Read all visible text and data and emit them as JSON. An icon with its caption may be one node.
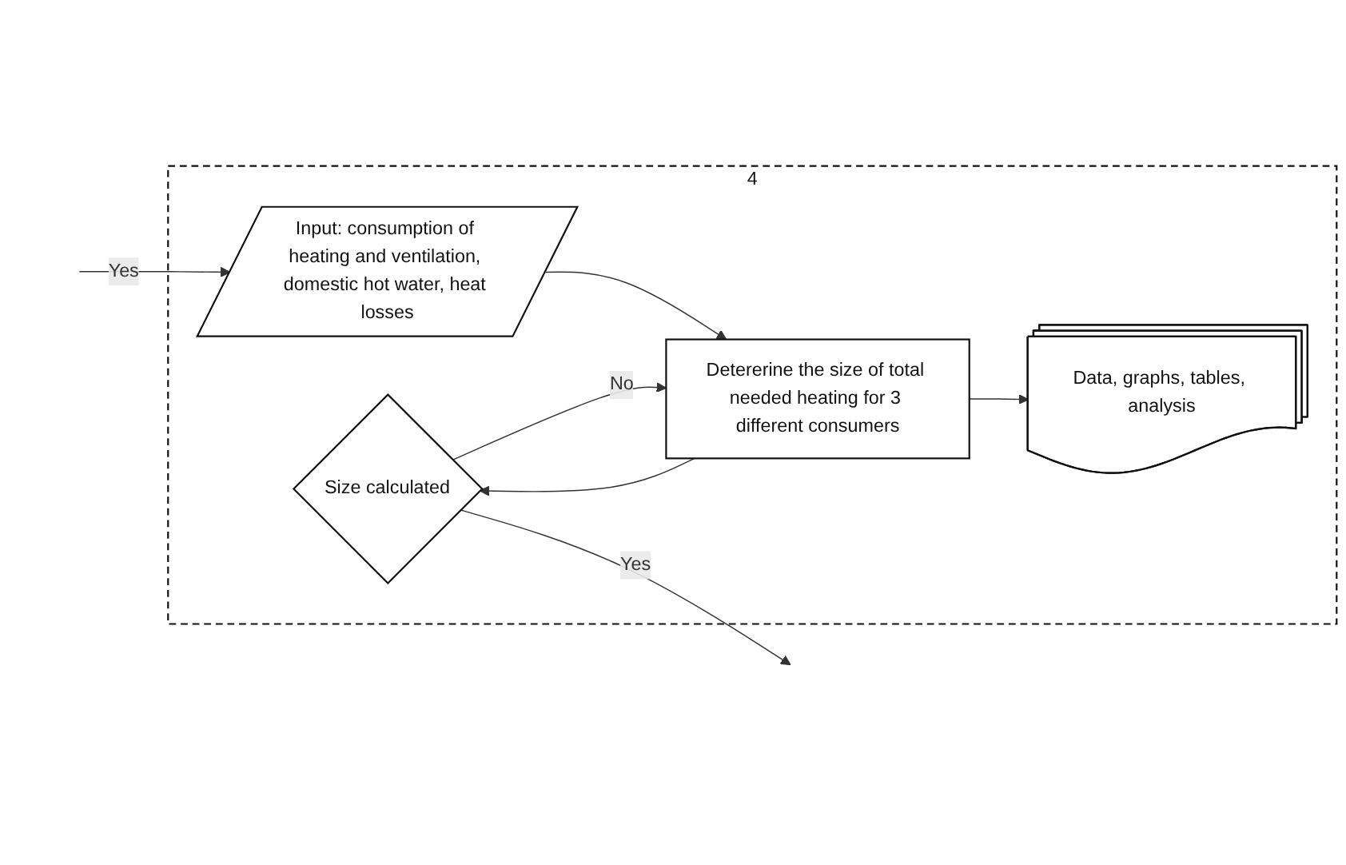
{
  "diagram": {
    "nodes": [
      {
        "text": [
          "4"
        ]
      },
      {
        "text": [
          "Size calculated"
        ],
        "in": 0
      },
      {
        "text": [
          "Detererine the size of total needed heating for 3 different consumers"
        ],
        "in": 0
      },
      {
        "text": [
          "Data, graphs, tables, analysis"
        ],
        "in": 0
      },
      {
        "text": [
          "Input: consumption of heating and ventilation, domestic hot water, heat losses"
        ],
        "in": 0
      }
    ],
    "edges": [
      {
        "from": null,
        "to": 4,
        "arrow": "to",
        "label": "Yes"
      },
      {
        "from": 4,
        "to": 2,
        "arrow": "to"
      },
      {
        "from": 2,
        "to": 1,
        "arrow": "to"
      },
      {
        "from": 1,
        "to": 2,
        "arrow": "to",
        "label": "No"
      },
      {
        "from": 2,
        "to": 3,
        "arrow": "to"
      },
      {
        "from": 1,
        "to": null,
        "arrow": "to",
        "label": "Yes"
      }
    ]
  }
}
